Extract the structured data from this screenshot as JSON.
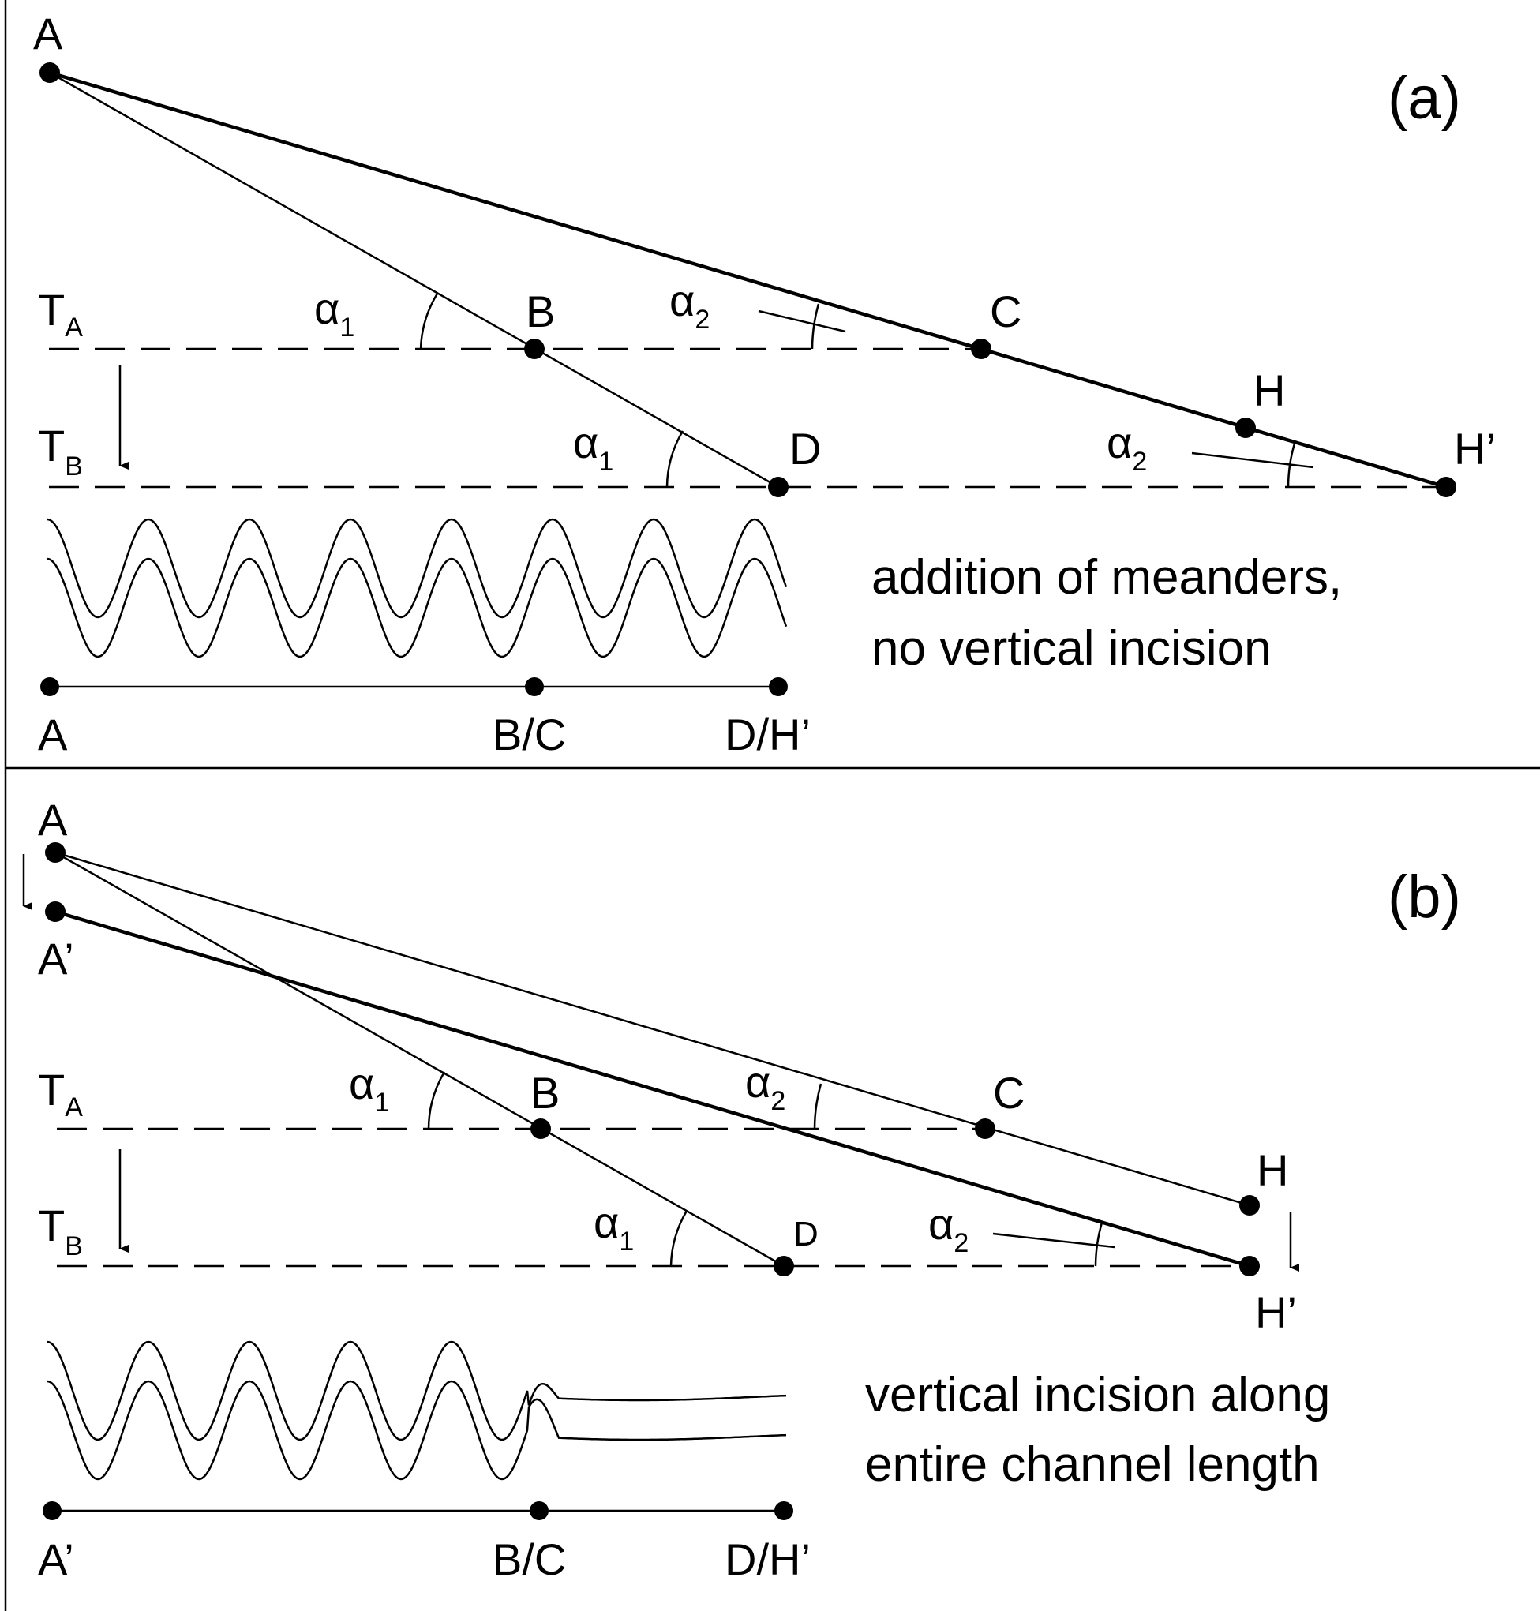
{
  "panels": [
    {
      "id": "a",
      "label": "(a)",
      "points": {
        "A": "A",
        "B": "B",
        "C": "C",
        "D": "D",
        "H": "H",
        "Hp": "H’"
      },
      "level_labels": {
        "TA": {
          "main": "T",
          "sub": "A"
        },
        "TB": {
          "main": "T",
          "sub": "B"
        }
      },
      "angle_labels": {
        "main": "α",
        "sub1": "1",
        "sub2": "2"
      },
      "caption_lines": [
        "addition of meanders,",
        "no vertical incision"
      ],
      "bottom_axis": [
        "A",
        "B/C",
        "D/H’"
      ]
    },
    {
      "id": "b",
      "label": "(b)",
      "points": {
        "A": "A",
        "Ap": "A’",
        "B": "B",
        "C": "C",
        "D": "D",
        "H": "H",
        "Hp": "H’"
      },
      "level_labels": {
        "TA": {
          "main": "T",
          "sub": "A"
        },
        "TB": {
          "main": "T",
          "sub": "B"
        }
      },
      "angle_labels": {
        "main": "α",
        "sub1": "1",
        "sub2": "2"
      },
      "caption_lines": [
        "vertical incision along",
        "entire channel length"
      ],
      "bottom_axis": [
        "A’",
        "B/C",
        "D/H’"
      ]
    }
  ]
}
